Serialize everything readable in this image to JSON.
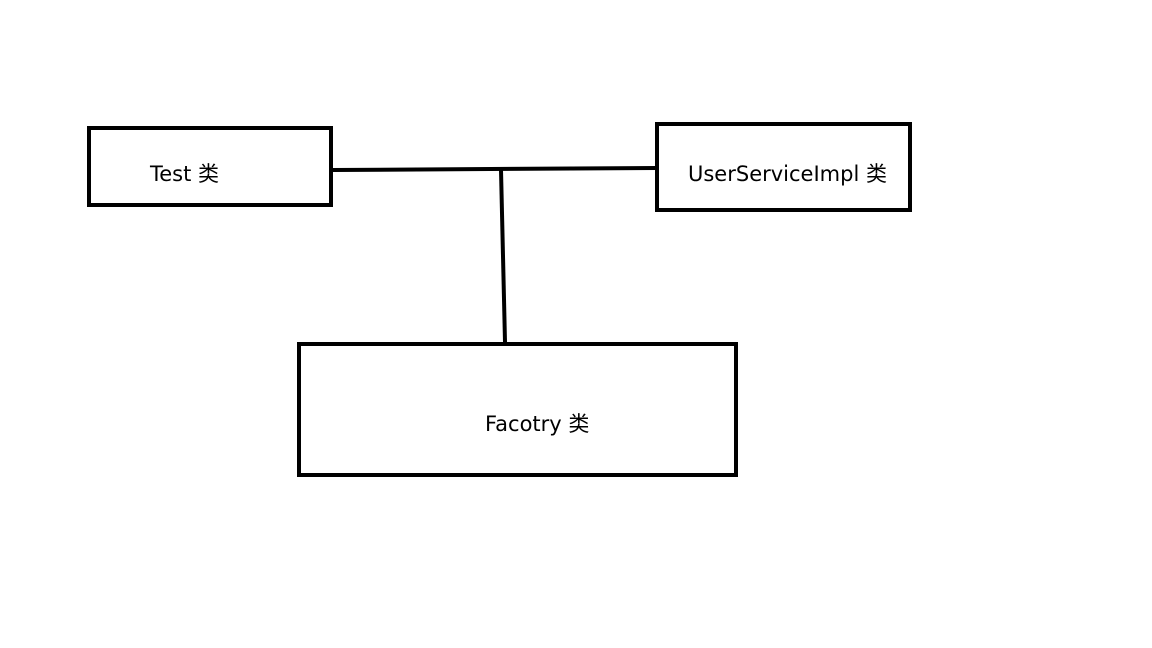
{
  "diagram": {
    "nodes": [
      {
        "id": "test",
        "label": "Test 类"
      },
      {
        "id": "impl",
        "label": "UserServiceImpl 类"
      },
      {
        "id": "factory",
        "label": "Facotry 类"
      }
    ],
    "edges": [
      {
        "from": "test",
        "to": "impl"
      },
      {
        "from": "factory",
        "to": "test-impl-connector"
      }
    ],
    "colors": {
      "stroke": "#000000",
      "background": "#ffffff",
      "text": "#000000"
    }
  }
}
